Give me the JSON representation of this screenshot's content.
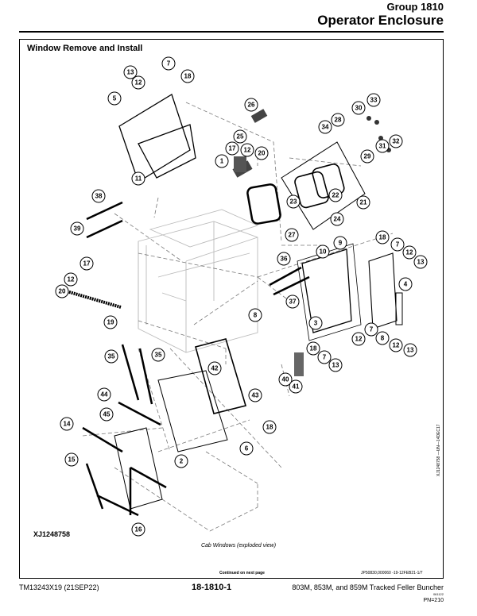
{
  "header": {
    "group": "Group 1810",
    "title": "Operator Enclosure"
  },
  "section_title": "Window Remove and Install",
  "figure": {
    "id": "XJ1248758",
    "caption": "Cab Windows (exploded view)",
    "side_id": "XJ1248758 —UN—14DEC17",
    "callouts": [
      "1",
      "2",
      "3",
      "4",
      "5",
      "6",
      "7",
      "8",
      "9",
      "10",
      "11",
      "12",
      "13",
      "14",
      "15",
      "16",
      "17",
      "18",
      "19",
      "20",
      "21",
      "22",
      "23",
      "24",
      "25",
      "26",
      "27",
      "28",
      "29",
      "30",
      "31",
      "32",
      "33",
      "34",
      "35",
      "36",
      "37",
      "38",
      "39",
      "40",
      "41",
      "42",
      "43",
      "44",
      "45"
    ]
  },
  "continued": "Continued on next page",
  "doc_ref": "JP50830,000060 -19-12FEB21-1/7",
  "footer": {
    "manual": "TM13243X19 (21SEP22)",
    "page": "18-1810-1",
    "machine": "803M, 853M, and 859M Tracked Feller Buncher",
    "rev": "061122",
    "pn": "PN=210"
  }
}
